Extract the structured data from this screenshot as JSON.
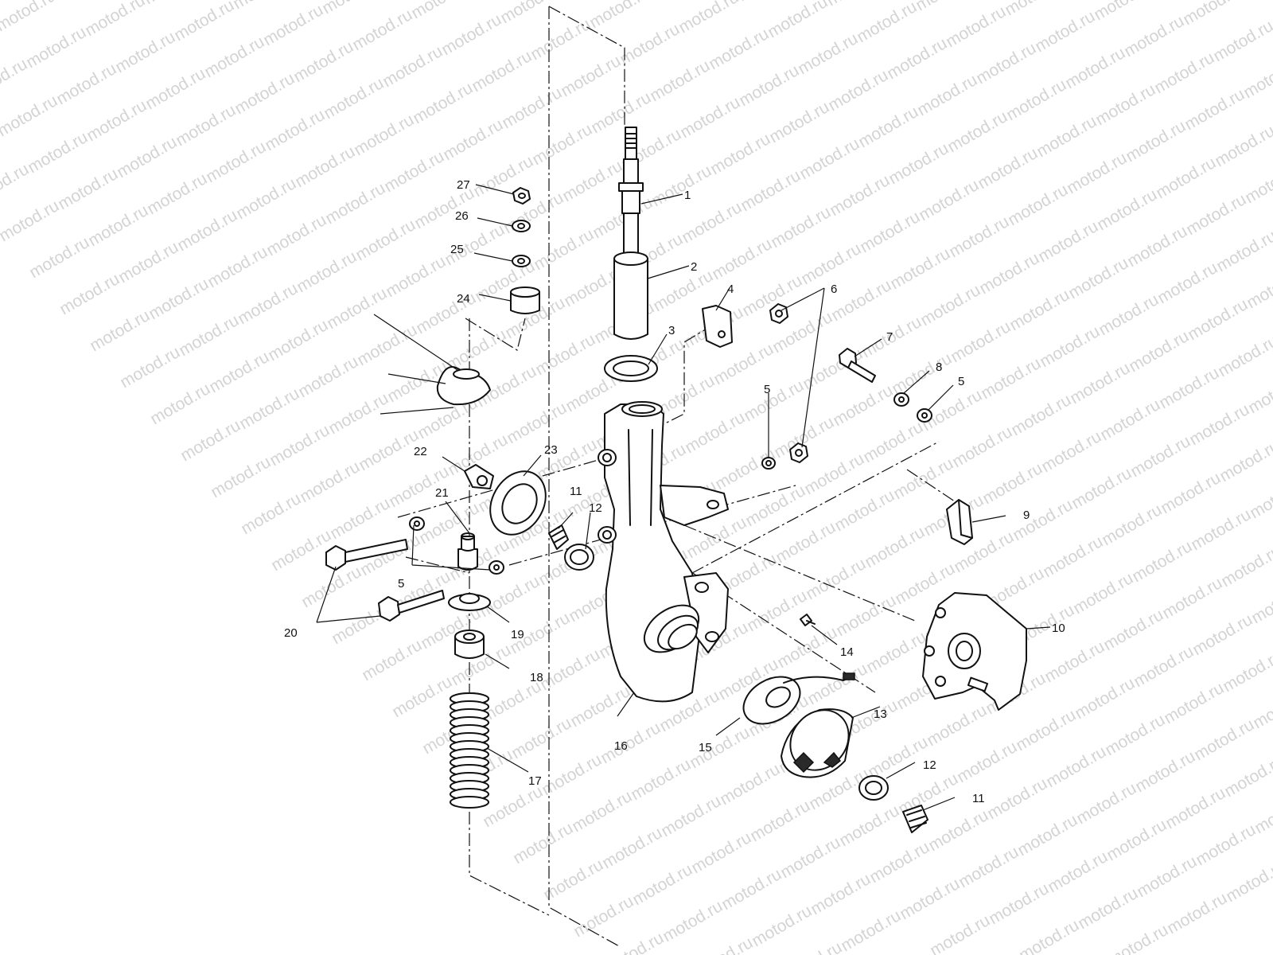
{
  "watermark": {
    "text": "motod.ru"
  },
  "callouts": [
    "1",
    "2",
    "3",
    "4",
    "5",
    "6",
    "7",
    "8",
    "9",
    "10",
    "11",
    "12",
    "13",
    "14",
    "15",
    "16",
    "17",
    "18",
    "19",
    "20",
    "21",
    "22",
    "23",
    "24",
    "25",
    "26",
    "27"
  ]
}
